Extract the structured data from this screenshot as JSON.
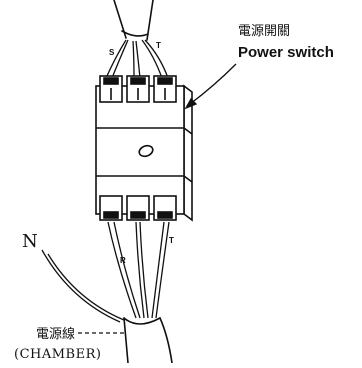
{
  "labels": {
    "switch_cn": "電源開關",
    "switch_en": "Power switch",
    "neutral": "N",
    "top_left_wire": "S",
    "top_right_wire": "T",
    "bottom_left_wire": "R",
    "bottom_right_wire": "T",
    "cord_cn": "電源線",
    "cord_en": "(CHAMBER)"
  }
}
